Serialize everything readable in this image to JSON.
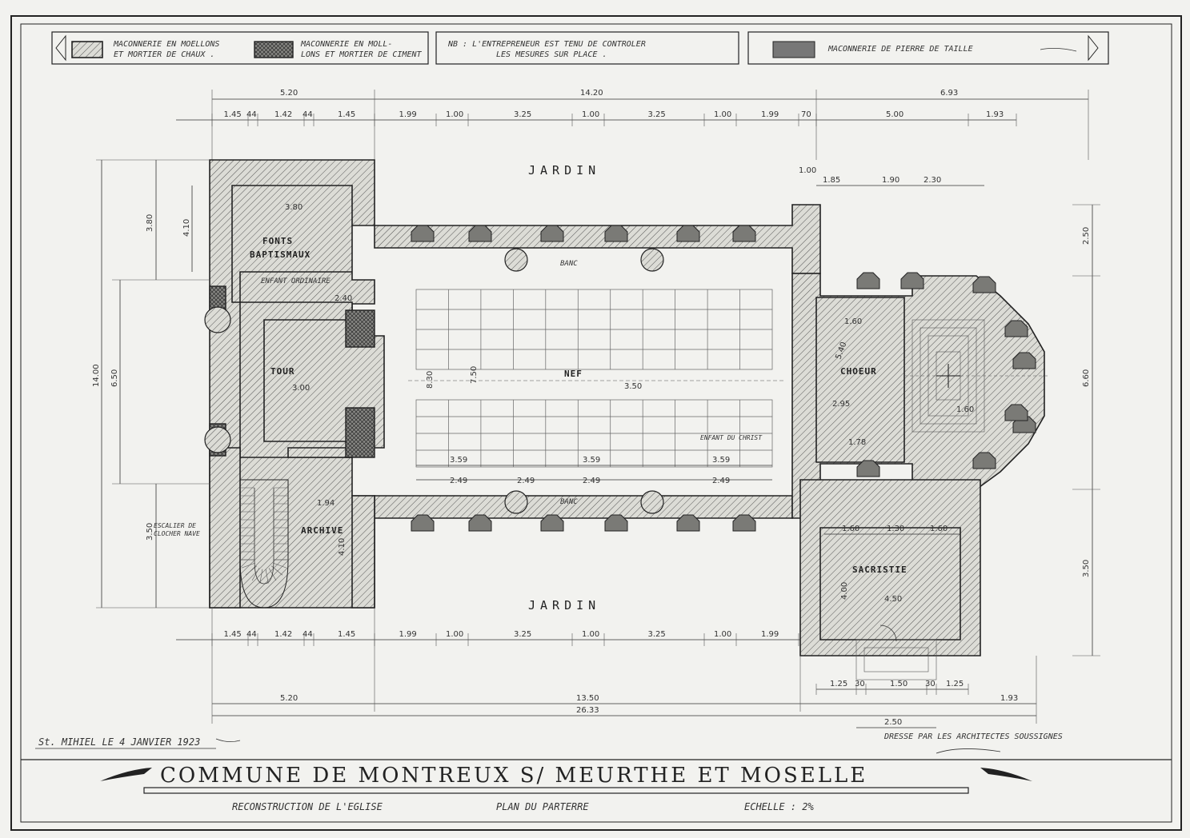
{
  "legend": {
    "item1": [
      "MACONNERIE EN MOELLONS",
      "ET MORTIER DE CHAUX ."
    ],
    "item2": [
      "MACONNERIE EN MOLL-",
      "LONS ET MORTIER DE CIMENT"
    ],
    "note": [
      "NB : L'ENTREPRENEUR EST TENU DE CONTROLER",
      "LES MESURES SUR PLACE ."
    ],
    "item3": "MACONNERIE DE PIERRE DE TAILLE"
  },
  "rooms": {
    "garden_top": "JARDIN",
    "garden_bottom": "JARDIN",
    "fonts": [
      "FONTS",
      "BAPTISMAUX"
    ],
    "fonts_sub": "ENFANT ORDINAIRE",
    "tower": "TOUR",
    "nave": "NEF",
    "choir": "CHOEUR",
    "sacristy": "SACRISTIE",
    "archive": "ARCHIVE",
    "stair": [
      "ESCALIER DE",
      "CLOCHER NAVE"
    ],
    "label_bank": "BANC",
    "label_enfant": "ENFANT DU CHRIST"
  },
  "dims": {
    "top_total": "14.20",
    "top_left": "5.20",
    "top_right": "6.93",
    "top_row": [
      "1.45",
      "44",
      "1.42",
      "44",
      "1.45",
      "1.99",
      "1.00",
      "3.25",
      "1.00",
      "3.25",
      "1.00",
      "1.99",
      "70",
      "5.00",
      "1.93"
    ],
    "bottom_row": [
      "1.45",
      "44",
      "1.42",
      "44",
      "1.45",
      "1.99",
      "1.00",
      "3.25",
      "1.00",
      "3.25",
      "1.00",
      "1.99"
    ],
    "bottom_total": "13.50",
    "bottom_left": "5.20",
    "overall": "26.33",
    "bottom_right": "1.93",
    "sac_row": [
      "1.25",
      "30",
      "1.50",
      "30",
      "1.25"
    ],
    "sac_total": "2.50",
    "left_heights": [
      "3.80",
      "4.10",
      "6.50",
      "3.50",
      "14.00"
    ],
    "right_heights": [
      "2.50",
      "6.60",
      "3.50"
    ],
    "room_dims": {
      "fonts_w": "3.80",
      "tower_w": "3.00",
      "nave_len": "8.30",
      "nave_w": "7.50",
      "nave_mid": "3.50",
      "choir_w": "2.95",
      "choir_l": "5.40",
      "sac_w": "4.50",
      "sac_l": "4.00",
      "arch_w": "1.94",
      "arch_l": "4.10"
    },
    "misc": [
      "1.00",
      "1.85",
      "1.90",
      "2.30",
      "1.60",
      "1.30",
      "1.60",
      "1.78",
      "2.40",
      "3.59",
      "3.59",
      "3.59",
      "2.49",
      "2.49",
      "2.49",
      "2.49",
      "1.60",
      "1.60"
    ]
  },
  "footer": {
    "place_date": "St. MIHIEL LE 4 JANVIER 1923",
    "drafted_by": "DRESSE PAR LES ARCHITECTES SOUSSIGNES",
    "title": "COMMUNE DE MONTREUX S/ MEURTHE ET MOSELLE",
    "subtitle_left": "RECONSTRUCTION DE L'EGLISE",
    "subtitle_mid": "PLAN DU PARTERRE",
    "subtitle_right": "ECHELLE : 2%"
  }
}
